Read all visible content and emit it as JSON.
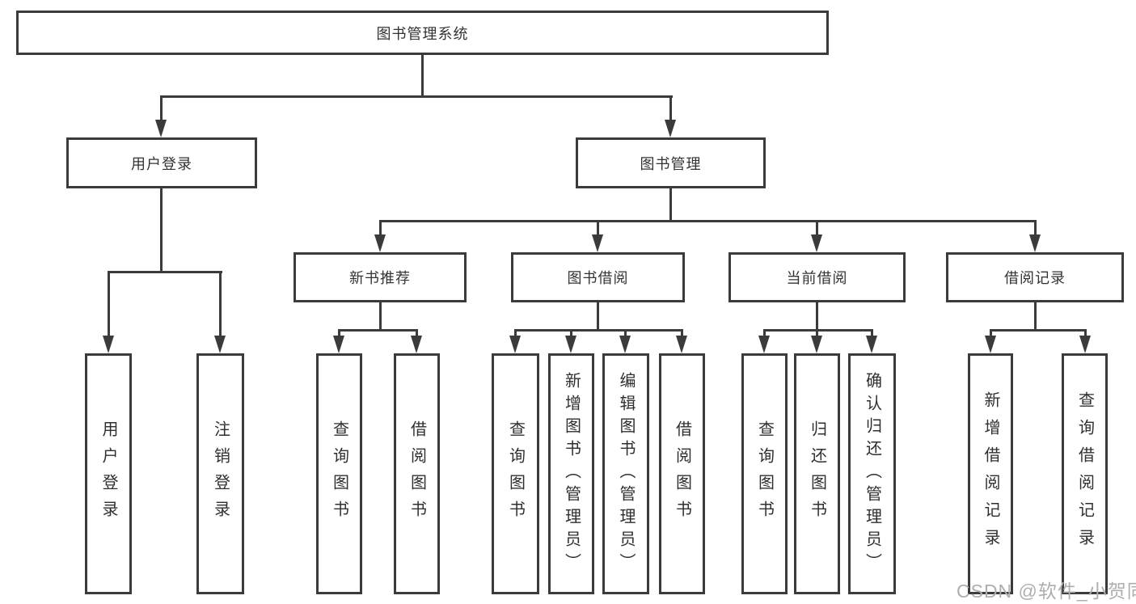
{
  "diagram": {
    "title": "图书管理系统",
    "branches": [
      {
        "label": "用户登录",
        "children": [
          {
            "label": "用户登录"
          },
          {
            "label": "注销登录"
          }
        ]
      },
      {
        "label": "图书管理",
        "children": [
          {
            "label": "新书推荐",
            "children": [
              {
                "label": "查询图书"
              },
              {
                "label": "借阅图书"
              }
            ]
          },
          {
            "label": "图书借阅",
            "children": [
              {
                "label": "查询图书"
              },
              {
                "label": "新增图书（管理员）"
              },
              {
                "label": "编辑图书（管理员）"
              },
              {
                "label": "借阅图书"
              }
            ]
          },
          {
            "label": "当前借阅",
            "children": [
              {
                "label": "查询图书"
              },
              {
                "label": "归还图书"
              },
              {
                "label": "确认归还（管理员）"
              }
            ]
          },
          {
            "label": "借阅记录",
            "children": [
              {
                "label": "新增借阅记录"
              },
              {
                "label": "查询借阅记录"
              }
            ]
          }
        ]
      }
    ],
    "watermark": "CSDN @软件_小贺同学"
  },
  "colors": {
    "background": "#ffffff",
    "line": "#3b3b3b",
    "text": "#333333",
    "watermark": "#aeaeae"
  }
}
